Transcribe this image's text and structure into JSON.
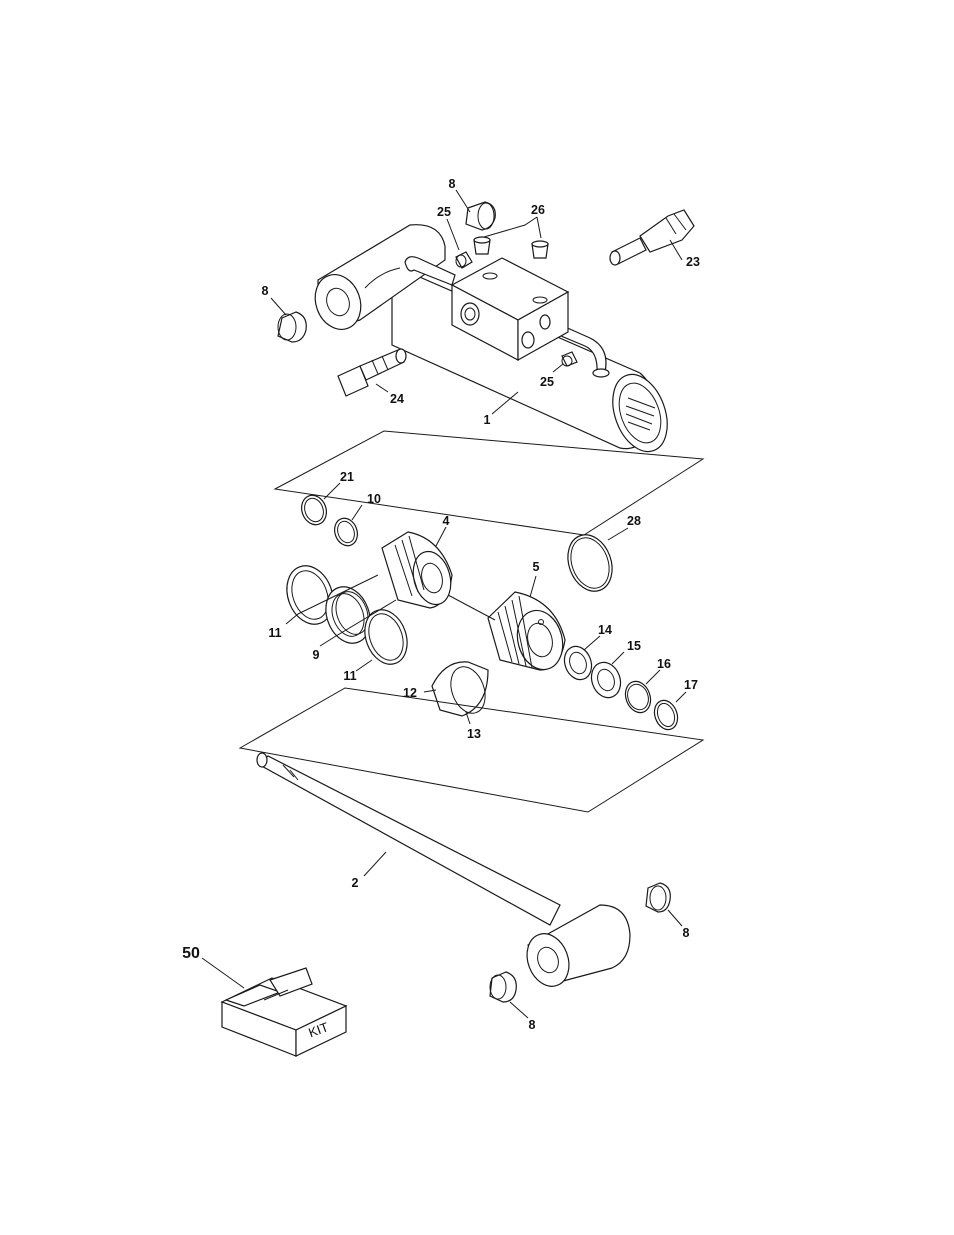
{
  "callouts": {
    "c8_top": "8",
    "c25_top": "25",
    "c26": "26",
    "c23": "23",
    "c8_left": "8",
    "c24": "24",
    "c25_mid": "25",
    "c1": "1",
    "c21": "21",
    "c10": "10",
    "c4": "4",
    "c28": "28",
    "c5": "5",
    "c11_a": "11",
    "c9": "9",
    "c11_b": "11",
    "c14": "14",
    "c15": "15",
    "c16": "16",
    "c17": "17",
    "c12": "12",
    "c13": "13",
    "c2": "2",
    "c8_rod_right": "8",
    "c8_rod_bottom": "8",
    "c50": "50"
  },
  "kit_label": "KIT"
}
